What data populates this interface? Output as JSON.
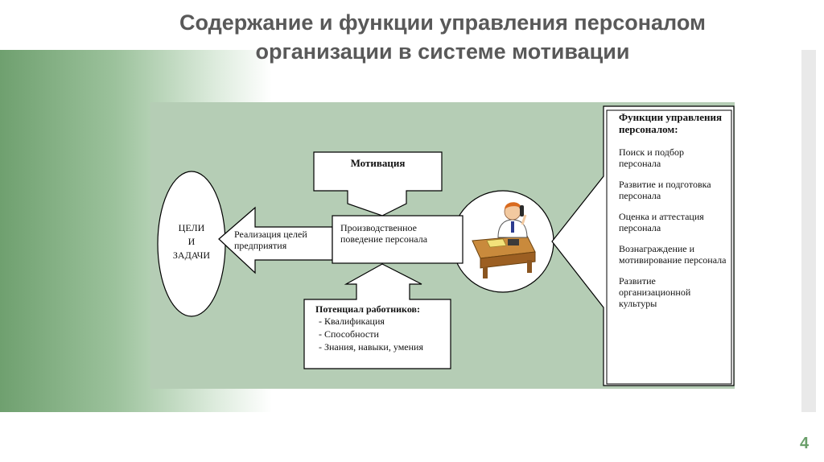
{
  "title": "Содержание и функции управления персоналом организации в системе мотивации",
  "page_number": "4",
  "diagram": {
    "goals_ellipse": {
      "lines": [
        "ЦЕЛИ",
        "И",
        "ЗАДАЧИ"
      ]
    },
    "realization_arrow": {
      "text": "Реализация целей предприятия"
    },
    "motivation_box": {
      "text": "Мотивация"
    },
    "behavior_box": {
      "text": "Производственное поведение персонала"
    },
    "potential_box": {
      "title": "Потенциал работников:",
      "items": [
        "- Квалификация",
        "- Способности",
        "- Знания, навыки, умения"
      ]
    },
    "functions_panel": {
      "title": "Функции управления персоналом:",
      "items": [
        "Поиск и подбор персонала",
        "Развитие и подготовка персонала",
        "Оценка и аттестация персонала",
        "Вознаграждение и мотивирование персонала",
        "Развитие организационной культуры"
      ]
    },
    "illustration": {
      "icon": "worker-at-desk-with-phone-icon"
    }
  },
  "colors": {
    "band_dark": "#6fa06f",
    "diagram_bg": "#b5cdb5",
    "title_text": "#595959",
    "page_number": "#6a9f6a"
  }
}
